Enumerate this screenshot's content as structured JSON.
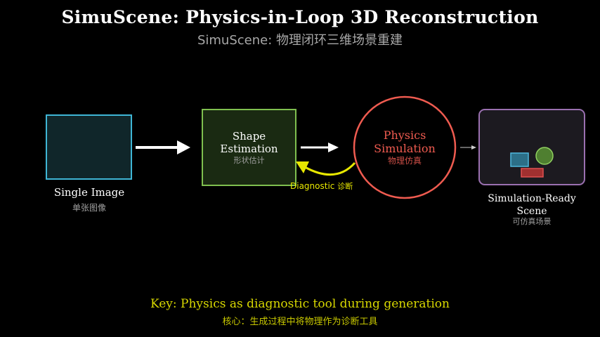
{
  "title": "SimuScene: Physics-in-Loop 3D Reconstruction",
  "subtitle": "SimuScene: 物理闭环三维场景重建",
  "nodes": {
    "single_image": {
      "label": "Single Image",
      "sub": "单张图像"
    },
    "shape_estimation": {
      "label_line1": "Shape",
      "label_line2": "Estimation",
      "sub": "形状估计"
    },
    "physics_simulation": {
      "label_line1": "Physics",
      "label_line2": "Simulation",
      "sub": "物理仿真"
    },
    "simulation_ready": {
      "label_line1": "Simulation-Ready",
      "label_line2": "Scene",
      "sub": "可仿真场景"
    }
  },
  "feedback": {
    "label": "Diagnostic",
    "sub": "诊断"
  },
  "key": {
    "text": "Key: Physics as diagnostic tool during generation",
    "sub": "核心：生成过程中将物理作为诊断工具"
  },
  "colors": {
    "background": "#000000",
    "image_box": "#3fb6d6",
    "shape_box": "#7fbf4f",
    "physics_circle": "#ef5b50",
    "scene_box": "#9a70b0",
    "key_text": "#d8d800"
  }
}
